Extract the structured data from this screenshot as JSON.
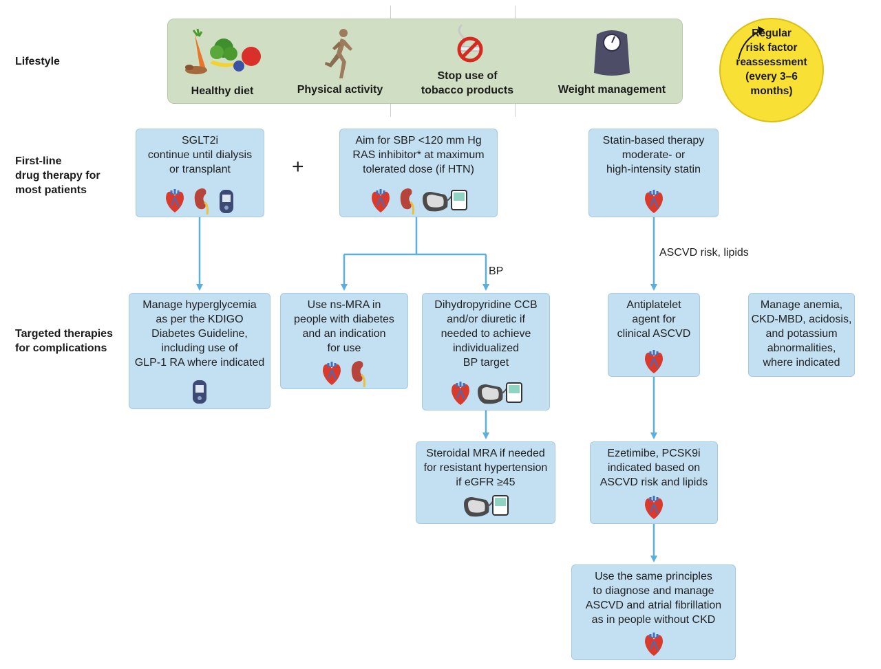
{
  "row_labels": {
    "lifestyle": [
      "Lifestyle"
    ],
    "first_line": [
      "First-line",
      "drug therapy for",
      "most patients"
    ],
    "targeted": [
      "Targeted therapies",
      "for complications"
    ]
  },
  "lifestyle": {
    "items": [
      {
        "label": [
          "Healthy diet"
        ],
        "icon": "healthy-diet-icon"
      },
      {
        "label": [
          "Physical activity"
        ],
        "icon": "running-person-icon"
      },
      {
        "label": [
          "Stop use of",
          "tobacco products"
        ],
        "icon": "no-smoking-icon"
      },
      {
        "label": [
          "Weight management"
        ],
        "icon": "weighing-scale-icon"
      }
    ]
  },
  "reassessment": {
    "lines": [
      "Regular",
      "risk factor",
      "reassessment",
      "(every 3–6",
      "months)"
    ],
    "icon": "circular-arrow-icon"
  },
  "plus_sign": "+",
  "boxes": {
    "sglt2i": {
      "lines": [
        "SGLT2i",
        "continue until dialysis",
        "or transplant"
      ],
      "icons": [
        "heart-icon",
        "kidney-icon",
        "glucose-meter-icon"
      ]
    },
    "ras": {
      "lines": [
        "Aim for SBP <120 mm Hg",
        "RAS inhibitor* at maximum",
        "tolerated dose (if HTN)"
      ],
      "icons": [
        "heart-icon",
        "kidney-icon",
        "blood-pressure-monitor-icon"
      ]
    },
    "statin": {
      "lines": [
        "Statin-based therapy",
        "moderate- or",
        "high-intensity statin"
      ],
      "icons": [
        "heart-icon"
      ]
    },
    "hyperglycemia": {
      "lines": [
        "Manage hyperglycemia",
        "as per the KDIGO",
        "Diabetes Guideline,",
        "including use of",
        "GLP-1 RA where indicated"
      ],
      "icons": [
        "glucose-meter-icon"
      ]
    },
    "nsmra": {
      "lines": [
        "Use ns-MRA in",
        "people with diabetes",
        "and an indication",
        "for use"
      ],
      "icons": [
        "heart-icon",
        "kidney-icon"
      ]
    },
    "ccb": {
      "lines": [
        "Dihydropyridine CCB",
        "and/or diuretic if",
        "needed to achieve",
        "individualized",
        "BP target"
      ],
      "icons": [
        "heart-icon",
        "blood-pressure-monitor-icon"
      ]
    },
    "antiplatelet": {
      "lines": [
        "Antiplatelet",
        "agent for",
        "clinical ASCVD"
      ],
      "icons": [
        "heart-icon"
      ]
    },
    "anemia": {
      "lines": [
        "Manage anemia,",
        "CKD-MBD, acidosis,",
        "and potassium",
        "abnormalities,",
        "where indicated"
      ],
      "icons": []
    },
    "steroidal": {
      "lines": [
        "Steroidal MRA if needed",
        "for resistant hypertension",
        "if eGFR ≥45"
      ],
      "icons": [
        "blood-pressure-monitor-icon"
      ]
    },
    "ezetimibe": {
      "lines": [
        "Ezetimibe, PCSK9i",
        "indicated based on",
        "ASCVD risk and lipids"
      ],
      "icons": [
        "heart-icon"
      ]
    },
    "same_principles": {
      "lines": [
        "Use the same principles",
        "to diagnose and manage",
        "ASCVD and atrial fibrillation",
        "as in people without CKD"
      ],
      "icons": [
        "heart-icon"
      ]
    }
  },
  "connector_labels": {
    "bp": "BP",
    "ascvd": "ASCVD risk, lipids"
  },
  "colors": {
    "box_fill": "#c3dff2",
    "box_border": "#a7c9e0",
    "arrow": "#5aaee0",
    "lifestyle_fill": "#d0dfc3",
    "reassess_fill": "#f9e035"
  }
}
